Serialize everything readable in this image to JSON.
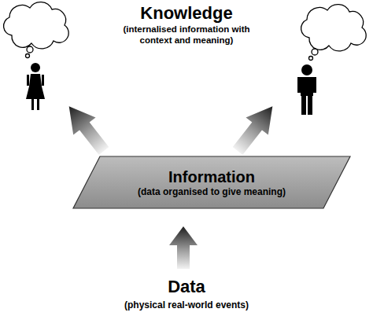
{
  "diagram": {
    "nodes": [
      {
        "text": [
          "Information",
          "(data organised to give meaning)"
        ]
      }
    ],
    "labels": [
      "Knowledge",
      "(internalised information with context and meaning)",
      "Data",
      "(physical real-world events)"
    ]
  }
}
